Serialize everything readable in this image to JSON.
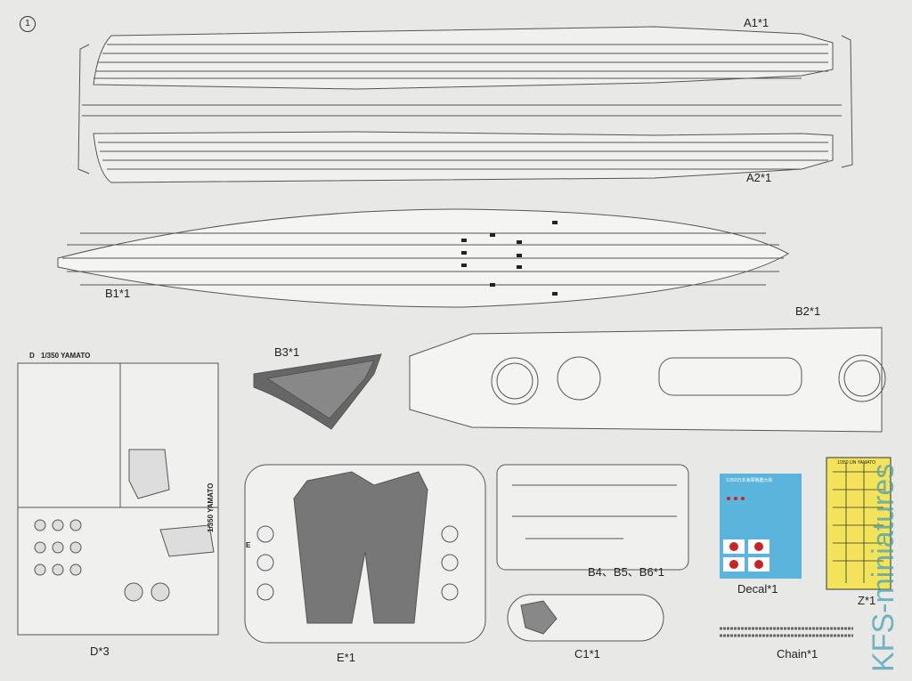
{
  "step_number": "1",
  "parts": {
    "a1": "A1*1",
    "a2": "A2*1",
    "b1": "B1*1",
    "b2": "B2*1",
    "b3": "B3*1",
    "b456": "B4、B5、B6*1",
    "decal": "Decal*1",
    "z": "Z*1",
    "d": "D*3",
    "e": "E*1",
    "c1": "C1*1",
    "chain": "Chain*1"
  },
  "sprue_labels": {
    "d_runner": "1/350 YAMATO",
    "e_runner": "1/350 YAMATO",
    "z_fret": "1/350 IJN YAMATO",
    "d_letter": "D",
    "e_letter": "E"
  },
  "decal_sheet_title": "1/350日本海軍戦艦大和",
  "watermark": "KFS-miniatures",
  "colors": {
    "background": "#e8e8e6",
    "line": "#555555",
    "deck_dark": "#555555",
    "decal_blue": "#5ab4dc",
    "pe_yellow": "#f2e35a",
    "watermark": "#4a9fb8"
  }
}
